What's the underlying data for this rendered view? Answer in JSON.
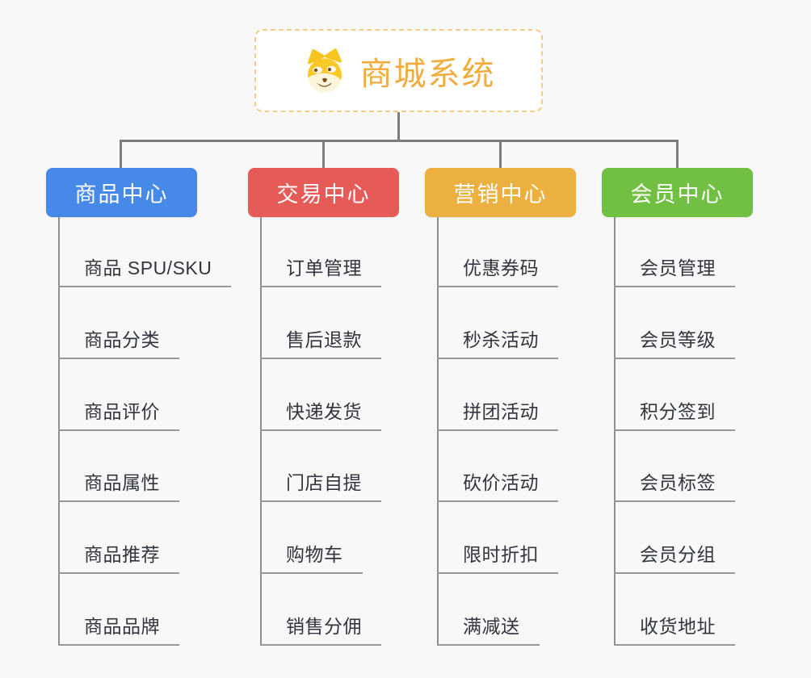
{
  "page": {
    "background": "#f8f8f8"
  },
  "root": {
    "title": "商城系统",
    "icon": "doge-icon",
    "title_color": "#F0AC3D",
    "border_color": "#F5CB85"
  },
  "connector_color": "#7d7d7d",
  "branches": [
    {
      "label": "商品中心",
      "color": "#4689E8",
      "items": [
        "商品 SPU/SKU",
        "商品分类",
        "商品评价",
        "商品属性",
        "商品推荐",
        "商品品牌"
      ]
    },
    {
      "label": "交易中心",
      "color": "#E65B58",
      "items": [
        "订单管理",
        "售后退款",
        "快递发货",
        "门店自提",
        "购物车",
        "销售分佣"
      ]
    },
    {
      "label": "营销中心",
      "color": "#ECB041",
      "items": [
        "优惠券码",
        "秒杀活动",
        "拼团活动",
        "砍价活动",
        "限时折扣",
        "满减送"
      ]
    },
    {
      "label": "会员中心",
      "color": "#72C043",
      "items": [
        "会员管理",
        "会员等级",
        "积分签到",
        "会员标签",
        "会员分组",
        "收货地址"
      ]
    }
  ]
}
